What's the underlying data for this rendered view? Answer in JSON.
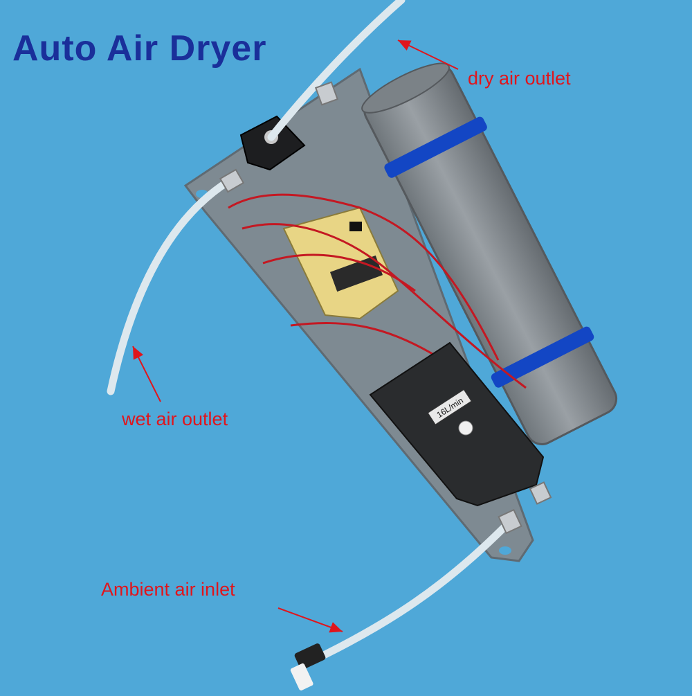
{
  "title": "Auto Air Dryer",
  "labels": {
    "dry_air_outlet": "dry air outlet",
    "wet_air_outlet": "wet air outlet",
    "ambient_air_inlet": "Ambient air inlet"
  },
  "printed_marks": {
    "compressor_rating": "16L/min"
  },
  "colors": {
    "background": "#4fa8d8",
    "title": "#1a2f9a",
    "labels": "#e0151c",
    "panel": "#7e8a92",
    "cylinder": "#8e9499",
    "clips": "#1346c4",
    "compressor": "#2a2c2e",
    "tubing": "#dde8ee",
    "pcb": "#e8d585"
  }
}
